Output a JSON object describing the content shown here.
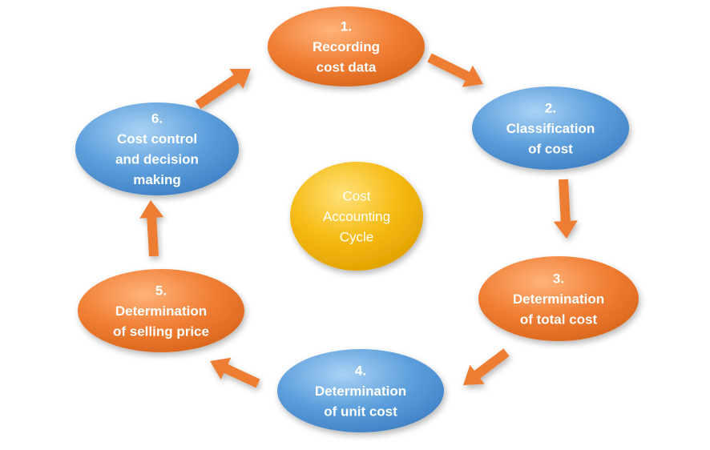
{
  "diagram": {
    "center": {
      "lines": [
        "Cost",
        "Accounting",
        "Cycle"
      ],
      "color": "#f2b400"
    },
    "steps": [
      {
        "lines": [
          "1.",
          "Recording",
          "cost data"
        ],
        "color": "orange"
      },
      {
        "lines": [
          "2.",
          "Classification",
          "of cost"
        ],
        "color": "blue"
      },
      {
        "lines": [
          "3.",
          "Determination",
          "of total cost"
        ],
        "color": "orange"
      },
      {
        "lines": [
          "4.",
          "Determination",
          "of unit cost"
        ],
        "color": "blue"
      },
      {
        "lines": [
          "5.",
          "Determination",
          "of selling price"
        ],
        "color": "orange"
      },
      {
        "lines": [
          "6.",
          "Cost control",
          "and decision",
          "making"
        ],
        "color": "blue"
      }
    ],
    "colors": {
      "orange": "#ed7d31",
      "blue": "#5b9bd5",
      "arrow": "#ed7d31"
    }
  }
}
